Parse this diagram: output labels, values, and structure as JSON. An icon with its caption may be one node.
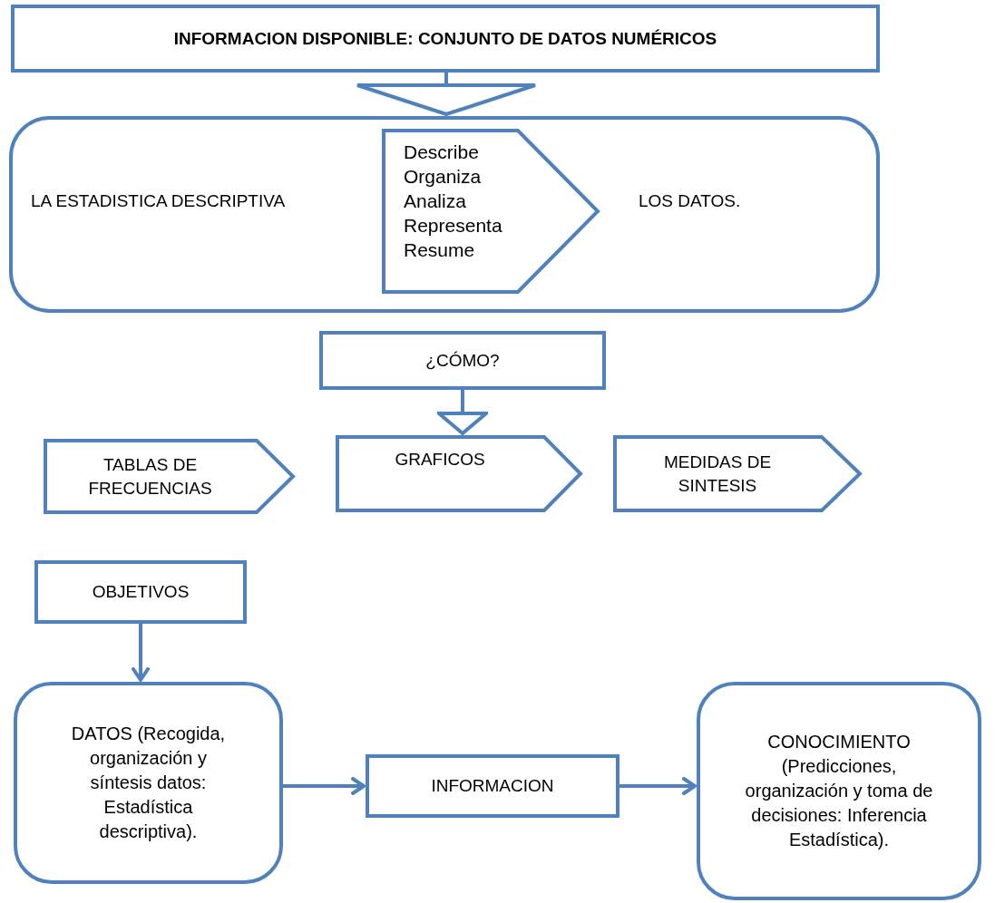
{
  "diagram": {
    "nodes": [
      {
        "text": [
          "INFORMACION DISPONIBLE: CONJUNTO DE DATOS NUMÉRICOS"
        ]
      },
      {
        "text": [],
        "shape": "box"
      },
      {
        "text": [
          "LA ESTADISTICA DESCRIPTIVA"
        ],
        "in": 1
      },
      {
        "text": [
          "Describe",
          "Organiza",
          "Analiza",
          "Representa",
          "Resume"
        ],
        "in": 1
      },
      {
        "text": [
          "LOS DATOS."
        ],
        "in": 1
      },
      {
        "text": [
          "¿CÓMO?"
        ]
      },
      {
        "text": [
          "TABLAS DE FRECUENCIAS"
        ]
      },
      {
        "text": [
          "GRAFICOS"
        ]
      },
      {
        "text": [
          "MEDIDAS DE SINTESIS"
        ]
      },
      {
        "text": [
          "OBJETIVOS"
        ]
      },
      {
        "text": [
          "DATOS (Recogida, organización y síntesis datos: Estadística descriptiva)."
        ]
      },
      {
        "text": [
          "INFORMACION"
        ]
      },
      {
        "text": [
          "CONOCIMIENTO (Predicciones, organización y toma de decisiones: Inferencia Estadística)."
        ]
      }
    ],
    "edges": [
      {
        "from": 0,
        "to": 1,
        "arrow": "to"
      },
      {
        "from": 5,
        "to": 7,
        "arrow": "to"
      },
      {
        "from": 9,
        "to": 10,
        "arrow": "to"
      },
      {
        "from": 10,
        "to": 11,
        "arrow": "to"
      },
      {
        "from": 11,
        "to": 12,
        "arrow": "to"
      }
    ]
  }
}
